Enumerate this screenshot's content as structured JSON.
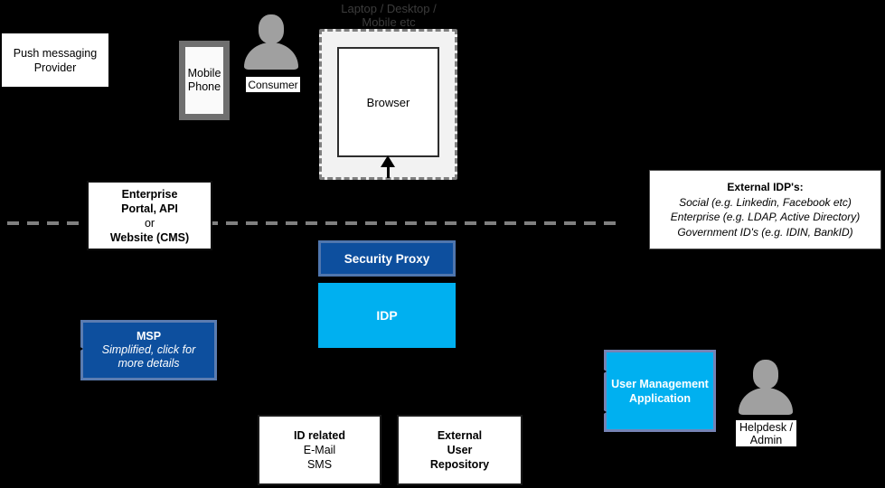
{
  "diagram": {
    "device_zone_label": "Laptop / Desktop /\nMobile etc",
    "push_messaging": "Push messaging\nProvider",
    "mobile_phone": "Mobile\nPhone",
    "consumer_label": "Consumer",
    "browser": "Browser",
    "enterprise_portal": {
      "top": "Enterprise\nPortal, API",
      "mid": "or",
      "bottom": "Website (CMS)"
    },
    "external_idps": {
      "title": "External IDP's:",
      "body": "Social (e.g. Linkedin, Facebook etc)\nEnterprise (e.g. LDAP, Active Directory)\nGovernment ID's (e.g. IDIN, BankID)"
    },
    "security_proxy": "Security Proxy",
    "idp": "IDP",
    "msp": {
      "title": "MSP",
      "subtitle": "Simplified, click for\nmore details"
    },
    "user_management": "User Management\nApplication",
    "helpdesk_label": "Helpdesk /\nAdmin",
    "id_related": {
      "title": "ID related",
      "body": "E-Mail\nSMS"
    },
    "external_user_repository": "External\nUser\nRepository"
  },
  "icons": {
    "consumer": "person-icon",
    "helpdesk": "person-icon",
    "mobile_phone": "phone-icon",
    "browser_arrow": "arrow-up-icon"
  },
  "colors": {
    "background": "#000000",
    "dark_blue_fill": "#0d4f9e",
    "dark_blue_border": "#5b7cb0",
    "light_blue_fill": "#00b0f0",
    "uma_border": "#7583b5",
    "device_zone_fill": "#f2f2f2",
    "dashed_gray": "#808080",
    "person_gray": "#a0a0a0",
    "phone_gray": "#6f6f6f",
    "zone_label_text": "#3c3c3c"
  }
}
